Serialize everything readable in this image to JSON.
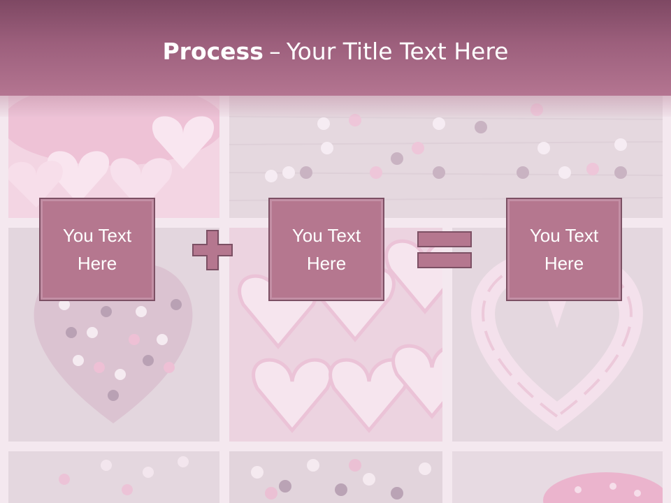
{
  "slide": {
    "title_bold": "Process",
    "title_separator": "–",
    "title_rest": "Your Title Text Here"
  },
  "process": {
    "boxes": [
      {
        "text": "You Text Here"
      },
      {
        "text": "You Text Here"
      },
      {
        "text": "You Text Here"
      }
    ],
    "operators": [
      "plus",
      "equals"
    ]
  },
  "colors": {
    "header_top": "#7e4863",
    "header_bottom": "#b47591",
    "box_fill": "#b5778f",
    "box_border": "#7c5064",
    "text": "#ffffff"
  },
  "background": {
    "image": "collage of heart-shaped candies and marshmallows on wooden boards, washed in pale pink"
  }
}
